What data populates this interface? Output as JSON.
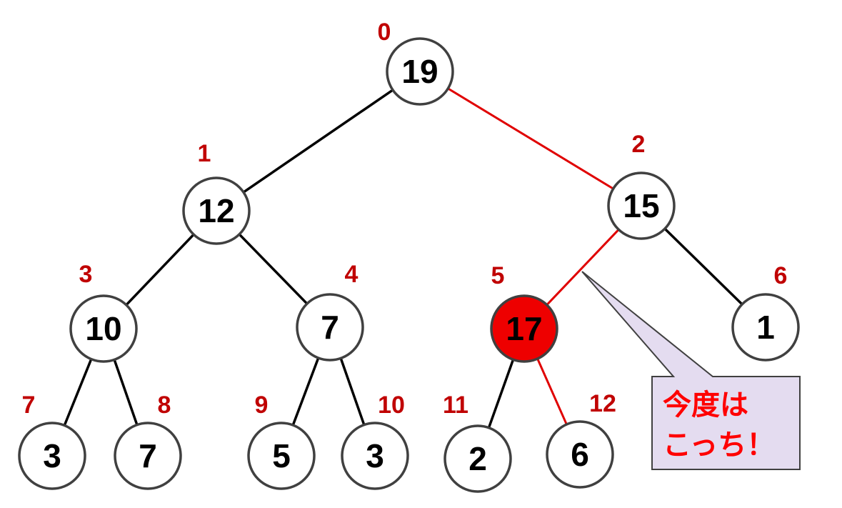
{
  "tree": {
    "nodes": [
      {
        "index": "0",
        "value": "19",
        "highlighted": false
      },
      {
        "index": "1",
        "value": "12",
        "highlighted": false
      },
      {
        "index": "2",
        "value": "15",
        "highlighted": false
      },
      {
        "index": "3",
        "value": "10",
        "highlighted": false
      },
      {
        "index": "4",
        "value": "7",
        "highlighted": false
      },
      {
        "index": "5",
        "value": "17",
        "highlighted": true
      },
      {
        "index": "6",
        "value": "1",
        "highlighted": false
      },
      {
        "index": "7",
        "value": "3",
        "highlighted": false
      },
      {
        "index": "8",
        "value": "7",
        "highlighted": false
      },
      {
        "index": "9",
        "value": "5",
        "highlighted": false
      },
      {
        "index": "10",
        "value": "3",
        "highlighted": false
      },
      {
        "index": "11",
        "value": "2",
        "highlighted": false
      },
      {
        "index": "12",
        "value": "6",
        "highlighted": false
      }
    ],
    "edges": [
      {
        "from": 0,
        "to": 1,
        "highlighted": false
      },
      {
        "from": 0,
        "to": 2,
        "highlighted": true
      },
      {
        "from": 1,
        "to": 3,
        "highlighted": false
      },
      {
        "from": 1,
        "to": 4,
        "highlighted": false
      },
      {
        "from": 2,
        "to": 5,
        "highlighted": true
      },
      {
        "from": 2,
        "to": 6,
        "highlighted": false
      },
      {
        "from": 3,
        "to": 7,
        "highlighted": false
      },
      {
        "from": 3,
        "to": 8,
        "highlighted": false
      },
      {
        "from": 4,
        "to": 9,
        "highlighted": false
      },
      {
        "from": 4,
        "to": 10,
        "highlighted": false
      },
      {
        "from": 5,
        "to": 11,
        "highlighted": false
      },
      {
        "from": 5,
        "to": 12,
        "highlighted": true
      }
    ]
  },
  "callout": {
    "line1": "今度は",
    "line2": "こっち！"
  },
  "colors": {
    "highlight_edge": "#e00000",
    "highlight_node_fill": "#ee0000",
    "normal_edge": "#000000",
    "node_stroke": "#404040",
    "index_label": "#c00000",
    "callout_fill": "#e4dcf0",
    "callout_text": "#ff0000"
  }
}
